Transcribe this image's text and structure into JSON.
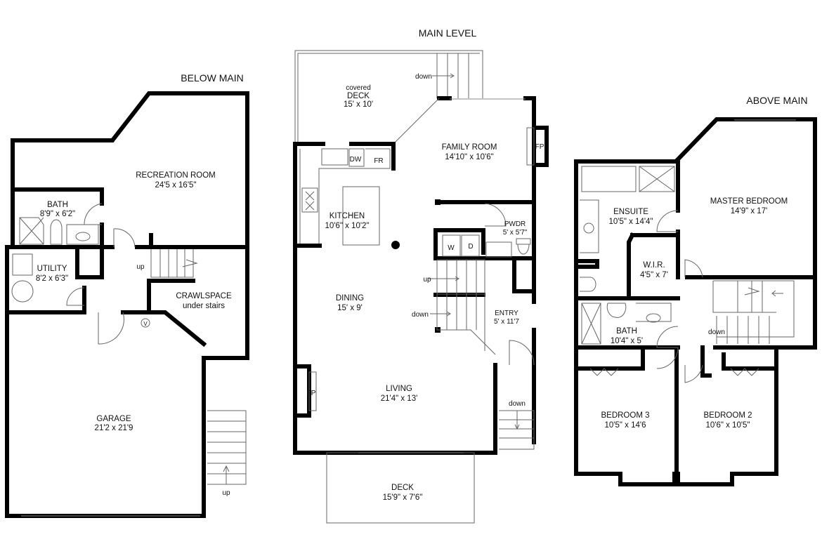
{
  "levels": {
    "below": {
      "title": "BELOW MAIN",
      "rooms": [
        {
          "name": "RECREATION ROOM",
          "dims": "24'5 x 16'5\""
        },
        {
          "name": "BATH",
          "dims": "8'9\" x 6'2\""
        },
        {
          "name": "UTILITY",
          "dims": "8'2 x 6'3\""
        },
        {
          "name": "CRAWLSPACE",
          "dims": "under stairs"
        },
        {
          "name": "GARAGE",
          "dims": "21'2 x 21'9"
        }
      ],
      "labels": {
        "stairs_up": "up",
        "exterior_up": "up",
        "valve": "V"
      }
    },
    "main": {
      "title": "MAIN LEVEL",
      "rooms": [
        {
          "name": "covered",
          "dims": "DECK",
          "extra": "15' x 10'"
        },
        {
          "name": "FAMILY ROOM",
          "dims": "14'10\" x 10'6\""
        },
        {
          "name": "KITCHEN",
          "dims": "10'6\" x 10'2\""
        },
        {
          "name": "PWDR",
          "dims": "5' x 5'7\""
        },
        {
          "name": "DINING",
          "dims": "15' x 9'"
        },
        {
          "name": "ENTRY",
          "dims": "5' x 11'7"
        },
        {
          "name": "LIVING",
          "dims": "21'4\" x 13'"
        },
        {
          "name": "DECK",
          "dims": "15'9\" x 7'6\""
        }
      ],
      "labels": {
        "deck_down": "down",
        "up": "up",
        "down": "down",
        "entry_down": "down",
        "dw": "DW",
        "fr": "FR",
        "fp": "FP",
        "fp2": "FP",
        "washer": "W",
        "dryer": "D"
      }
    },
    "above": {
      "title": "ABOVE MAIN",
      "rooms": [
        {
          "name": "MASTER BEDROOM",
          "dims": "14'9\" x 17'"
        },
        {
          "name": "ENSUITE",
          "dims": "10'5\" x 14'4\""
        },
        {
          "name": "W.I.R.",
          "dims": "4'5\" x 7'"
        },
        {
          "name": "BATH",
          "dims": "10'4\" x 5'"
        },
        {
          "name": "BEDROOM 3",
          "dims": "10'5\" x 14'6"
        },
        {
          "name": "BEDROOM 2",
          "dims": "10'6\" x 10'5\""
        }
      ],
      "labels": {
        "down": "down"
      }
    }
  }
}
